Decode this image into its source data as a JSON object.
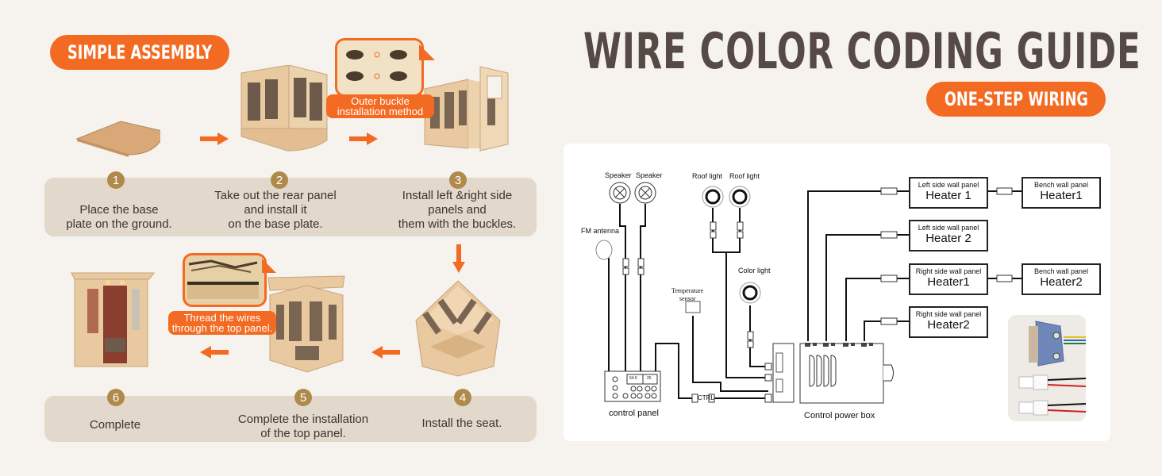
{
  "assembly": {
    "badge": "SIMPLE ASSEMBLY",
    "steps": [
      {
        "num": "1",
        "text": "Place the base\nplate on the ground."
      },
      {
        "num": "2",
        "text": "Take out the rear panel\nand install it\non the base plate."
      },
      {
        "num": "3",
        "text": "Install left &right side\npanels and\nthem with the buckles."
      },
      {
        "num": "4",
        "text": "Install the seat."
      },
      {
        "num": "5",
        "text": "Complete the installation\nof the top panel."
      },
      {
        "num": "6",
        "text": "Complete"
      }
    ],
    "callouts": {
      "buckle": "Outer buckle\ninstallation method",
      "wires": "Thread the wires\nthrough the top panel."
    },
    "colors": {
      "accent": "#f36a22",
      "band": "#e2d8cb",
      "step_circle": "#b08a4b"
    }
  },
  "wiring": {
    "title": "WIRE COLOR CODING GUIDE",
    "badge": "ONE-STEP WIRING",
    "labels": {
      "speaker1": "Speaker",
      "speaker2": "Speaker",
      "roof_light1": "Roof  light",
      "roof_light2": "Roof  light",
      "fm_antenna": "FM antenna",
      "color_light": "Color  light",
      "temp_sensor": "Temperature\nsensor",
      "ctrl": "CTRL",
      "control_panel": "control panel",
      "power_box": "Control power box",
      "panel_display_1": "54.5",
      "panel_display_2": "25"
    },
    "heaters": [
      {
        "sub": "Left side wall panel",
        "name": "Heater 1"
      },
      {
        "sub": "Left side wall panel",
        "name": "Heater 2"
      },
      {
        "sub": "Right side wall panel",
        "name": "Heater1"
      },
      {
        "sub": "Right side wall panel",
        "name": "Heater2"
      }
    ],
    "bench_heaters": [
      {
        "sub": "Bench wall panel",
        "name": "Heater1"
      },
      {
        "sub": "Bench wall panel",
        "name": "Heater2"
      }
    ]
  }
}
